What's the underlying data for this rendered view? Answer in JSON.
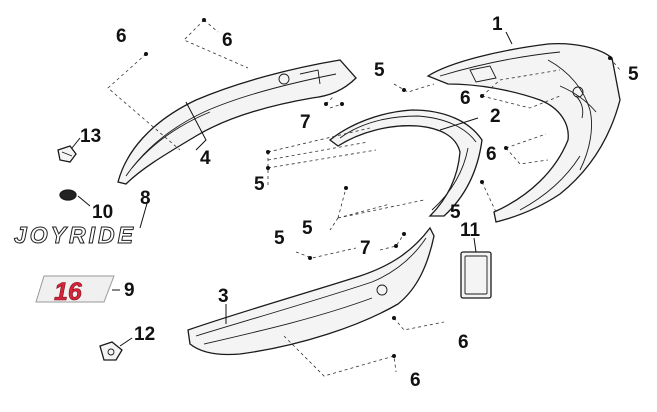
{
  "callouts": [
    {
      "id": "c1",
      "text": "1"
    },
    {
      "id": "c2",
      "text": "2"
    },
    {
      "id": "c3",
      "text": "3"
    },
    {
      "id": "c4",
      "text": "4"
    },
    {
      "id": "c5a",
      "text": "5"
    },
    {
      "id": "c5b",
      "text": "5"
    },
    {
      "id": "c5c",
      "text": "5"
    },
    {
      "id": "c5d",
      "text": "5"
    },
    {
      "id": "c5e",
      "text": "5"
    },
    {
      "id": "c5f",
      "text": "5"
    },
    {
      "id": "c6a",
      "text": "6"
    },
    {
      "id": "c6b",
      "text": "6"
    },
    {
      "id": "c6c",
      "text": "6"
    },
    {
      "id": "c6d",
      "text": "6"
    },
    {
      "id": "c6e",
      "text": "6"
    },
    {
      "id": "c6f",
      "text": "6"
    },
    {
      "id": "c7a",
      "text": "7"
    },
    {
      "id": "c7b",
      "text": "7"
    },
    {
      "id": "c8",
      "text": "8"
    },
    {
      "id": "c9",
      "text": "9"
    },
    {
      "id": "c10",
      "text": "10"
    },
    {
      "id": "c11",
      "text": "11"
    },
    {
      "id": "c12",
      "text": "12"
    },
    {
      "id": "c13",
      "text": "13"
    }
  ],
  "logos": {
    "joyride": "JOYRIDE",
    "badge": "16"
  },
  "colors": {
    "badge_red": "#d8243a",
    "line": "#1a1a1a",
    "fill": "#f4f4f4"
  },
  "icons": [
    "bolt-icon",
    "clip-icon",
    "nut-icon"
  ]
}
